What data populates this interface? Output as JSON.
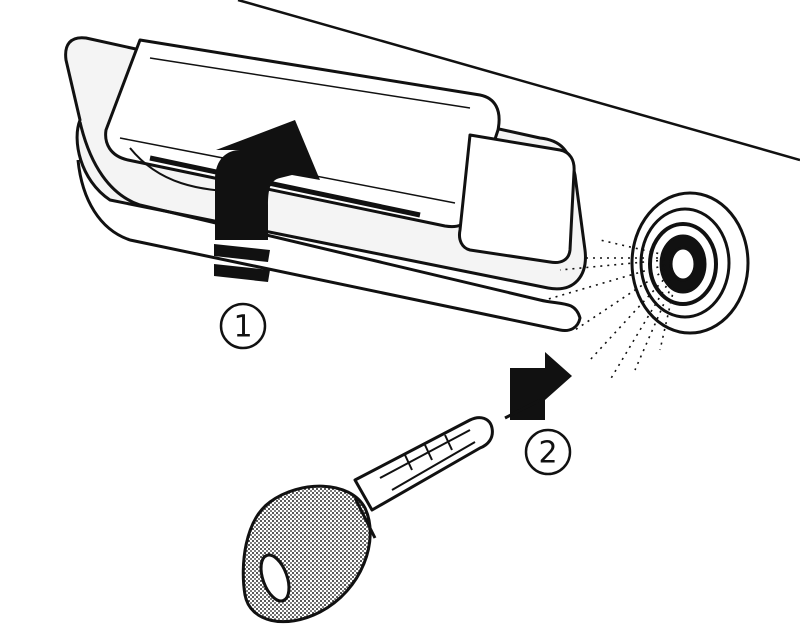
{
  "colors": {
    "ink": "#111111",
    "paper": "#ffffff",
    "handle_fill": "#f4f4f4",
    "key_pattern": "#222222"
  },
  "steps": [
    {
      "number": "1",
      "icon": "lift-handle-arrow-icon"
    },
    {
      "number": "2",
      "icon": "insert-key-arrow-icon"
    }
  ],
  "icons": [
    "door-handle",
    "lock-cylinder",
    "key",
    "spray-icon"
  ]
}
